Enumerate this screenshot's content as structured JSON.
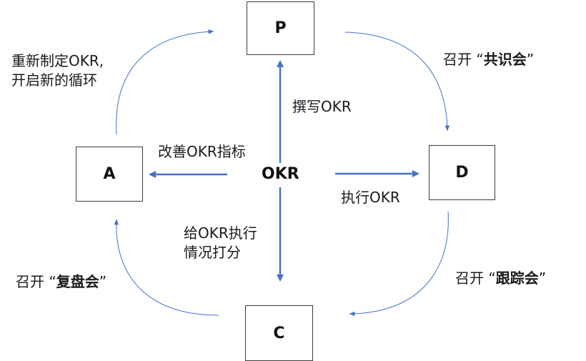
{
  "nodes": {
    "p": "P",
    "d": "D",
    "c": "C",
    "a": "A",
    "center": "OKR"
  },
  "labels": {
    "write": "撰写OKR",
    "improve": "改善OKR指标",
    "execute": "执行OKR",
    "score_line1": "给OKR执行",
    "score_line2": "情况打分",
    "restart_line1": "重新制定OKR,",
    "restart_line2": "开启新的循环",
    "consensus_prefix": "召开 “",
    "consensus_bold": "共识会",
    "consensus_suffix": "”",
    "tracking_prefix": "召开 “",
    "tracking_bold": "跟踪会",
    "tracking_suffix": "”",
    "review_prefix": "召开 “",
    "review_bold": "复盘会",
    "review_suffix": "”"
  },
  "colors": {
    "arrow_main": "#4472c4",
    "arrow_cycle": "#4472c4",
    "box_border": "#3c3c3c"
  }
}
